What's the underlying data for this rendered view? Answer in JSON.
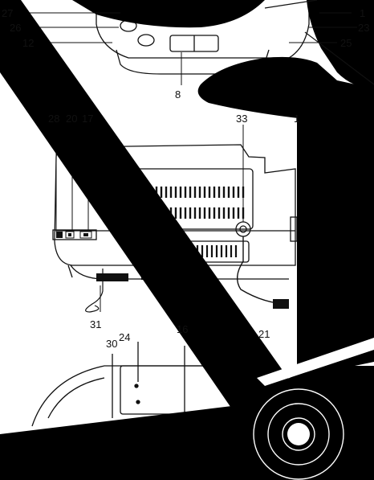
{
  "callouts": {
    "n27": "27",
    "n1": "1",
    "n26": "26",
    "n23": "23",
    "n12": "12",
    "n25": "25",
    "n8": "8",
    "n28": "28",
    "n20": "20",
    "n17": "17",
    "n33": "33",
    "n1b": "1",
    "n31": "31",
    "n30": "30",
    "n24": "24",
    "n16": "16",
    "n21": "21"
  }
}
